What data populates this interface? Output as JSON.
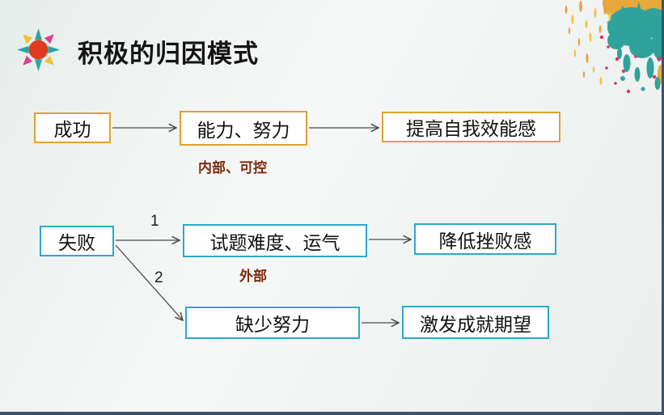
{
  "slide": {
    "title": "积极的归因模式"
  },
  "colors": {
    "gold_border": "#dfa32e",
    "teal_border": "#2ba9cb",
    "annotation_text": "#7e2a0d",
    "arrow": "#4a4a4a",
    "edge_frame": "#3d5269"
  },
  "sun_icon": {
    "center": "#e03a21",
    "teal_rays": "#2aa89f",
    "magenta_rays": "#d9418f",
    "yellow_rays": "#eec233"
  },
  "splatter_colors": {
    "teal": "#2fa39b",
    "gold": "#e8a83b",
    "magenta": "#d6336c",
    "orange": "#ef9f3a"
  },
  "diagram": {
    "nodes": [
      {
        "id": "success",
        "label": "成功",
        "style": "gold"
      },
      {
        "id": "ability-effort",
        "label": "能力、努力",
        "style": "gold"
      },
      {
        "id": "raise-self-efficacy",
        "label": "提高自我效能感",
        "style": "gold"
      },
      {
        "id": "failure",
        "label": "失败",
        "style": "teal"
      },
      {
        "id": "difficulty-luck",
        "label": "试题难度、运气",
        "style": "teal"
      },
      {
        "id": "reduce-frustration",
        "label": "降低挫败感",
        "style": "teal"
      },
      {
        "id": "lack-of-effort",
        "label": "缺少努力",
        "style": "teal"
      },
      {
        "id": "arouse-achievement-expectation",
        "label": "激发成就期望",
        "style": "teal"
      }
    ],
    "annotations": [
      {
        "id": "internal-controllable",
        "label": "内部、可控"
      },
      {
        "id": "external",
        "label": "外部"
      }
    ],
    "branch_labels": {
      "branch1": "1",
      "branch2": "2"
    },
    "edges": [
      {
        "from": "成功",
        "to": "能力、努力"
      },
      {
        "from": "能力、努力",
        "to": "提高自我效能感"
      },
      {
        "from": "失败",
        "to": "试题难度、运气",
        "label": "1"
      },
      {
        "from": "试题难度、运气",
        "to": "降低挫败感"
      },
      {
        "from": "失败",
        "to": "缺少努力",
        "label": "2"
      },
      {
        "from": "缺少努力",
        "to": "激发成就期望"
      }
    ]
  }
}
